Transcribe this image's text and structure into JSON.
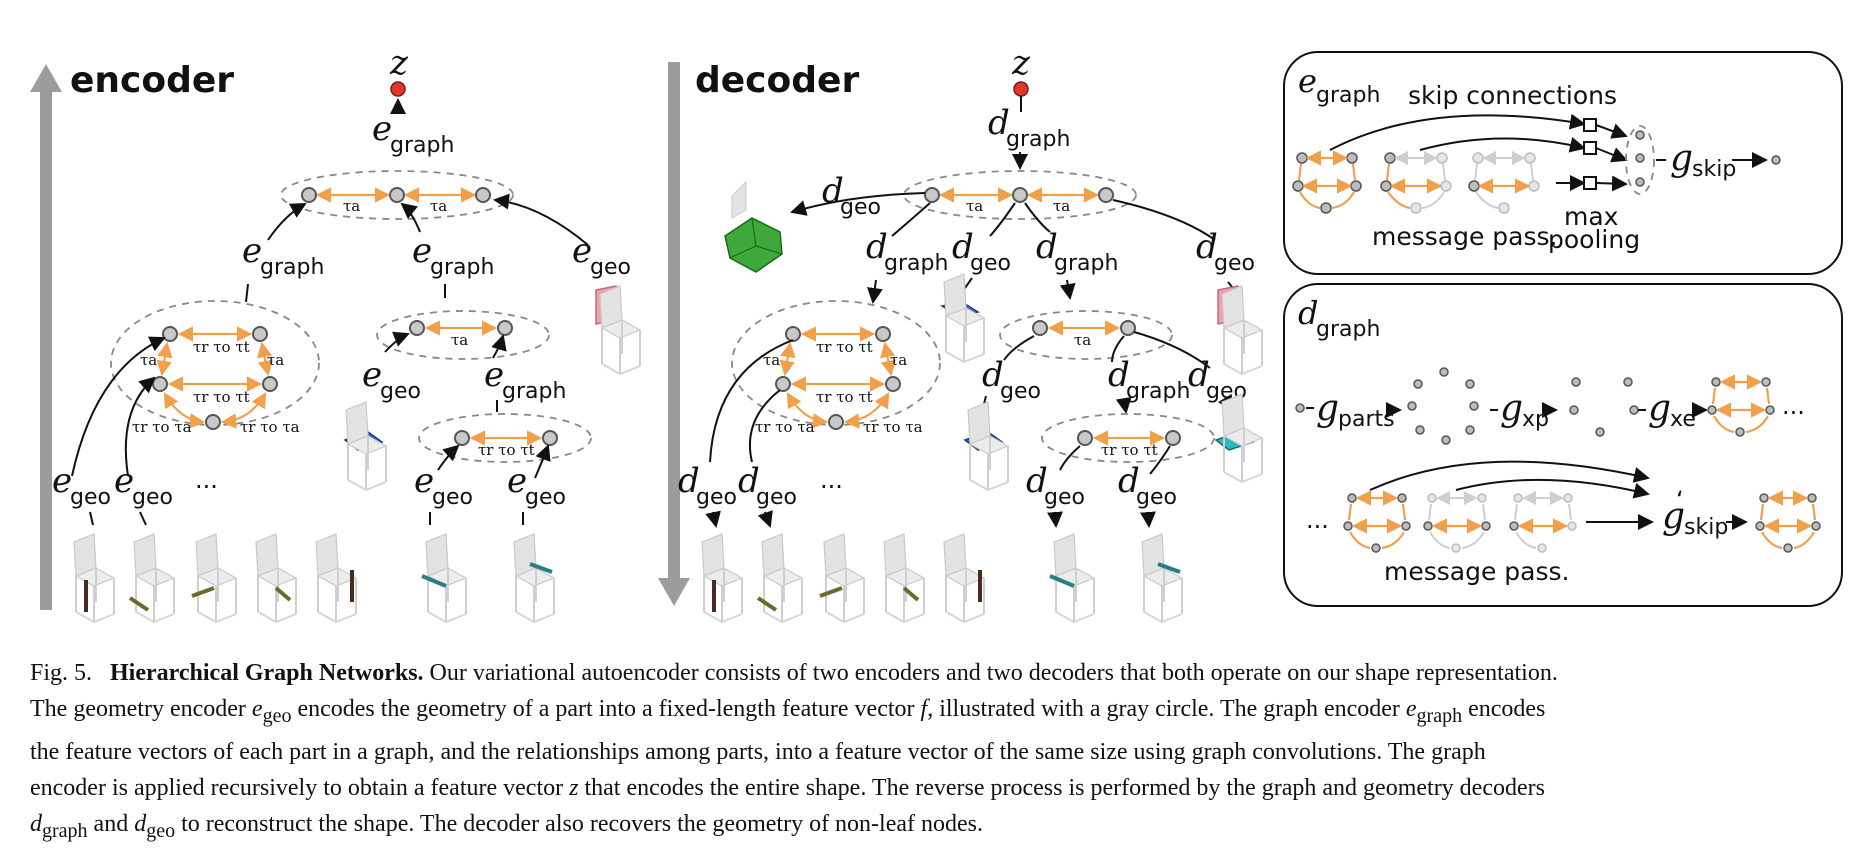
{
  "figure": {
    "encoder_title": "encoder",
    "decoder_title": "decoder",
    "z": "z",
    "e": "e",
    "d": "d",
    "g": "g",
    "sub_graph": "graph",
    "sub_geo": "geo",
    "sub_skip": "skip",
    "sub_parts": "parts",
    "sub_xp": "xp",
    "sub_xe": "xe",
    "tau_a": "τa",
    "tau_rot": "τr τo τt",
    "tau_roa": "τr τo τa",
    "ellipsis": "...",
    "skip_connections": "skip connections",
    "message_pass": "message pass.",
    "max": "max",
    "pooling": "pooling",
    "colors": {
      "arrow_gray": "#9c9c9c",
      "orange": "#f0a04b",
      "red_node": "#e0362c",
      "pink_part": "#f2a0ad",
      "blue_part": "#2f6fd6",
      "teal_part": "#2fb8c2",
      "green_part": "#3fa83a"
    },
    "icons": [
      "chair-icon",
      "red-latent-node"
    ]
  },
  "caption": {
    "label": "Fig. 5.",
    "title": "Hierarchical Graph Networks.",
    "line1": "Our variational autoencoder consists of two encoders and two decoders that both operate on our shape representation.",
    "line2a": "The geometry encoder",
    "line2b": "encodes the geometry of a part into a fixed-length feature vector",
    "line2c": ", illustrated with a gray circle. The graph encoder",
    "line2d": "encodes",
    "line3": "the feature vectors of each part in a graph, and the relationships among parts, into a feature vector of the same size using graph convolutions. The graph",
    "line4a": "encoder is applied recursively to obtain a feature vector",
    "line4b": "that encodes the entire shape. The reverse process is performed by the graph and geometry decoders",
    "line5a": "and",
    "line5b": "to reconstruct the shape. The decoder also recovers the geometry of non-leaf nodes.",
    "sym_e": "e",
    "sym_d": "d",
    "sym_f": "f",
    "sym_z": "z",
    "sub_geo": "geo",
    "sub_graph": "graph"
  }
}
